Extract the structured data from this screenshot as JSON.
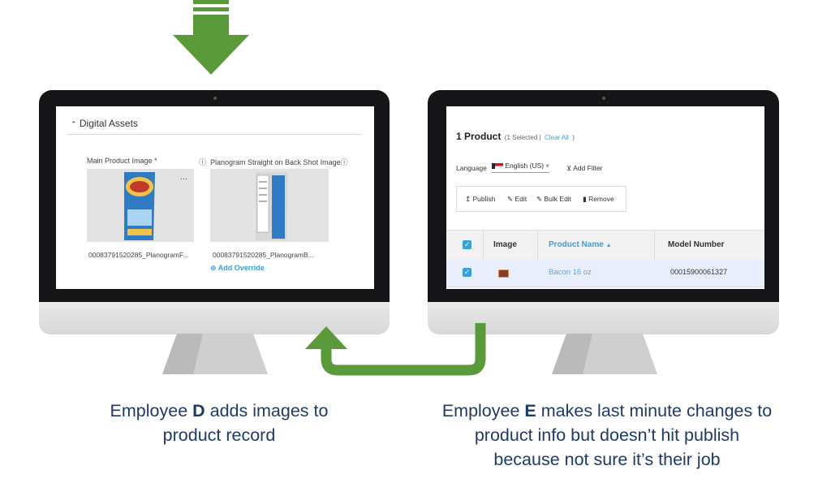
{
  "left_screen": {
    "section_title": "Digital Assets",
    "image1_label": "Main Product Image",
    "image1_required_mark": "*",
    "image2_label": "Planogram Straight on Back Shot Image",
    "more_menu": "...",
    "file1": "00083791520285_PlanogramF...",
    "file2": "00083791520285_PlanogramB...",
    "add_override": "Add Override"
  },
  "right_screen": {
    "count_title": "1 Product",
    "selected_text": "(1 Selected |",
    "clear_all": "Clear All",
    "clear_close": ")",
    "language_label": "Language",
    "language_value": "English (US)",
    "add_filter": "Add Filter",
    "toolbar": {
      "publish": "Publish",
      "edit": "Edit",
      "bulk_edit": "Bulk Edit",
      "remove": "Remove"
    },
    "table": {
      "headers": [
        "Image",
        "Product Name",
        "Model Number"
      ],
      "rows": [
        {
          "product_name": "Bacon 16 oz",
          "model_number": "00015900061327"
        }
      ]
    }
  },
  "captions": {
    "left_prefix": "Employee ",
    "left_bold": "D",
    "left_suffix_line1": " adds images to",
    "left_line2": "product record",
    "right_prefix": "Employee ",
    "right_bold": "E",
    "right_suffix_line1": " makes last minute changes to",
    "right_line2": "product info but doesn’t hit publish",
    "right_line3": "because not sure it’s their job"
  },
  "colors": {
    "arrow_green": "#5a9a3a",
    "caption_navy": "#1f3b63",
    "link_blue": "#3aa0d8",
    "row_highlight": "#e8eefb"
  }
}
